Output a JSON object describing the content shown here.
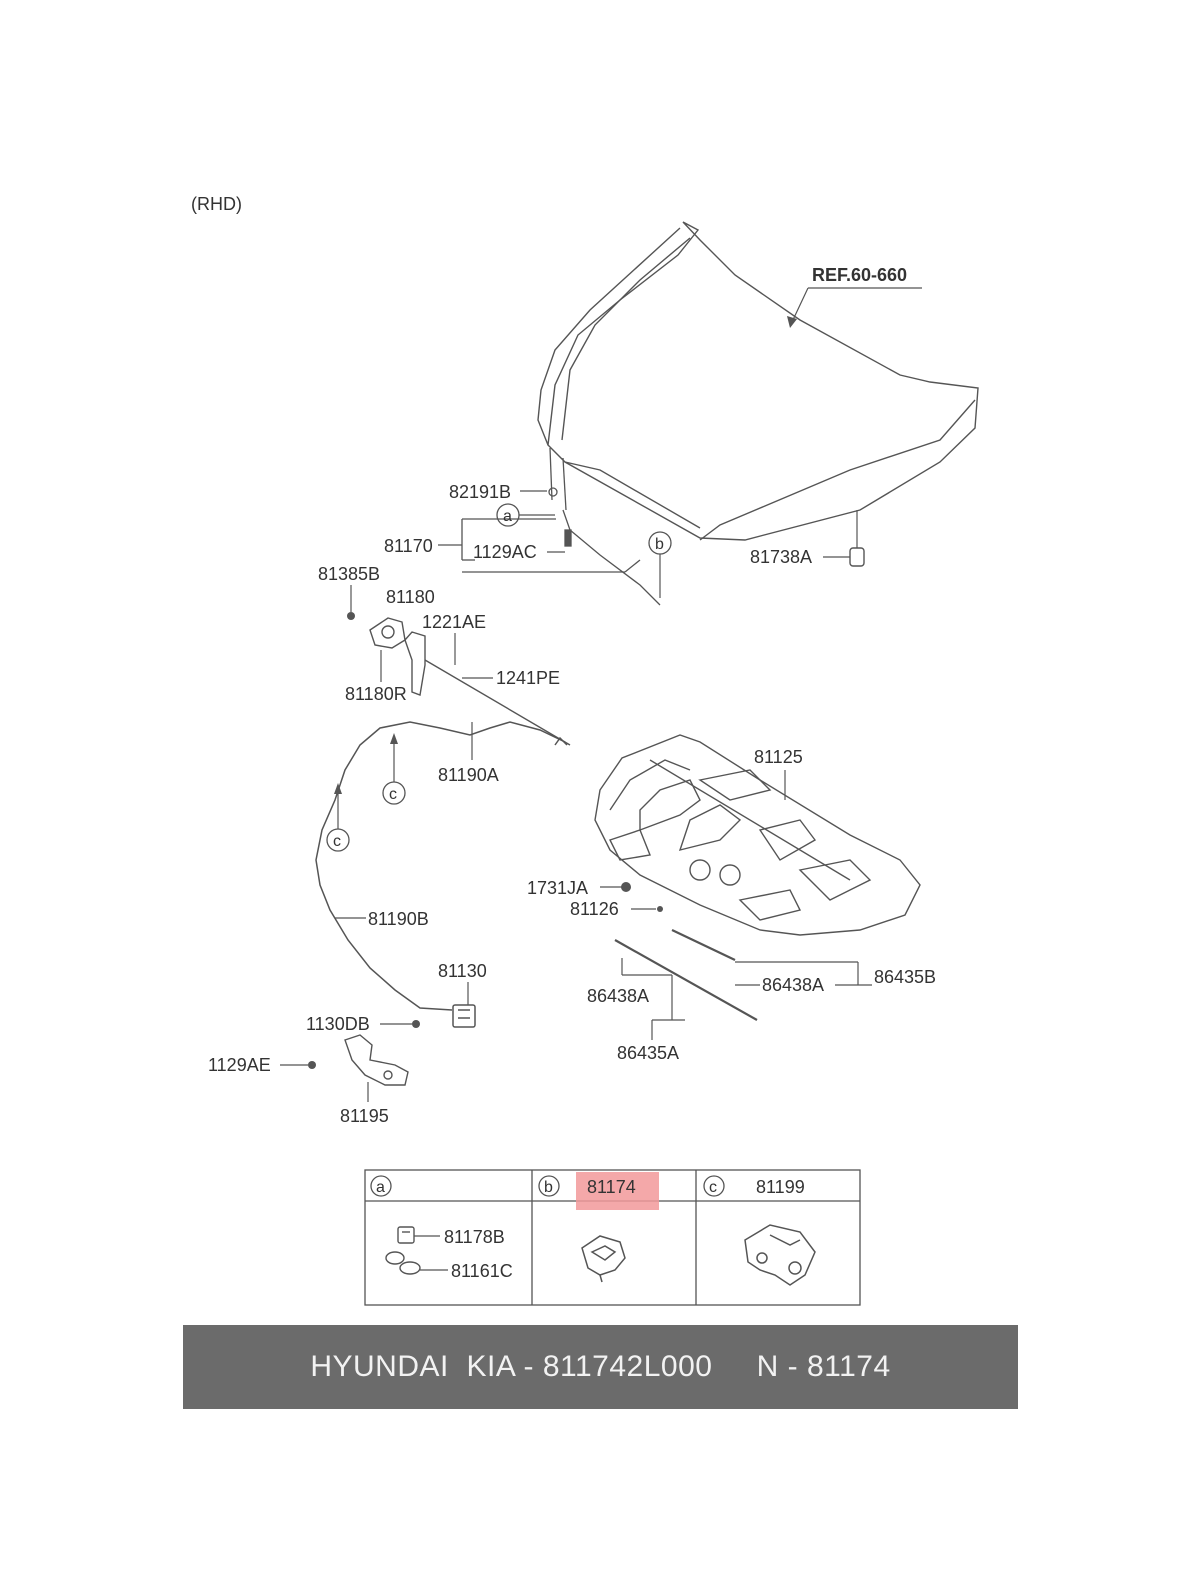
{
  "header": {
    "variant": "(RHD)"
  },
  "reference": {
    "label": "REF.60-660"
  },
  "parts": {
    "p82191B": "82191B",
    "p81170": "81170",
    "p1129AC": "1129AC",
    "p81738A": "81738A",
    "p81385B": "81385B",
    "p81180": "81180",
    "p1221AE": "1221AE",
    "p1241PE": "1241PE",
    "p81180R": "81180R",
    "p81190A": "81190A",
    "p81125": "81125",
    "p1731JA": "1731JA",
    "p81126": "81126",
    "p81190B": "81190B",
    "p81130": "81130",
    "p1130DB": "1130DB",
    "p1129AE": "1129AE",
    "p81195": "81195",
    "p86438A_left": "86438A",
    "p86438A_right": "86438A",
    "p86435B": "86435B",
    "p86435A": "86435A"
  },
  "callouts": {
    "a": "a",
    "b": "b",
    "c": "c"
  },
  "table": {
    "a": {
      "letter": "a",
      "items": [
        "81178B",
        "81161C"
      ]
    },
    "b": {
      "letter": "b",
      "part": "81174"
    },
    "c": {
      "letter": "c",
      "part": "81199"
    }
  },
  "colors": {
    "highlight": "#f2999a",
    "footer_bg": "#6b6b6b"
  },
  "footer": {
    "text": "HYUNDAI  KIA - 811742L000     N - 81174"
  }
}
